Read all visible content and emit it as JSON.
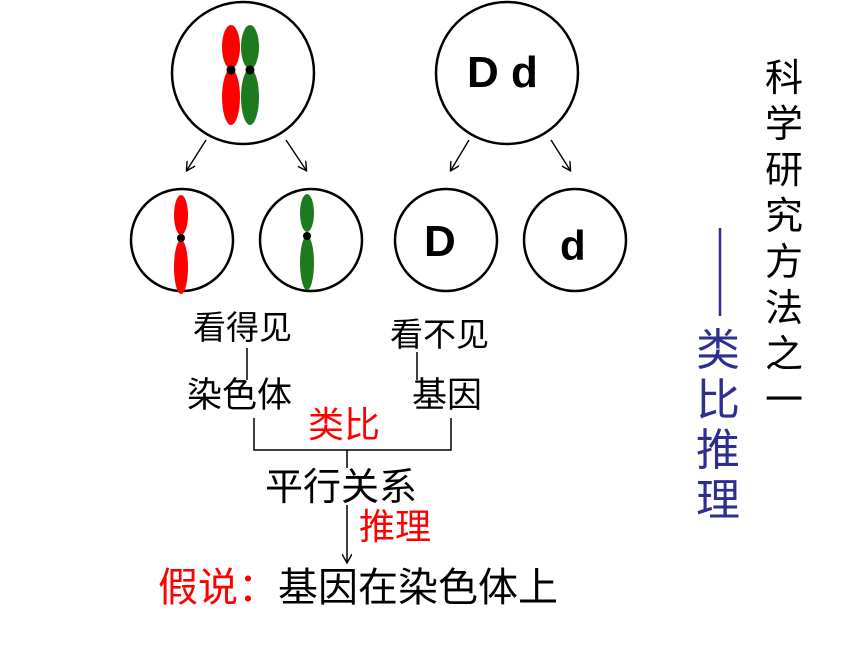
{
  "colors": {
    "red": "#ff0000",
    "green": "#1e7a1e",
    "blue": "#2e2e8e",
    "black": "#000000"
  },
  "parent_right_label": "D d",
  "child_left_label": "D",
  "child_right_label": "d",
  "visible_label": "看得见",
  "invisible_label": "看不见",
  "chromosome_label": "染色体",
  "gene_label": "基因",
  "analogy_label": "类比",
  "parallel_label": "平行关系",
  "inference_label": "推理",
  "hypothesis_prefix": "假说：",
  "hypothesis_text": "基因在染色体上",
  "side_title": "科学研究方法之一",
  "side_dash": "——",
  "side_method": "类比推理"
}
